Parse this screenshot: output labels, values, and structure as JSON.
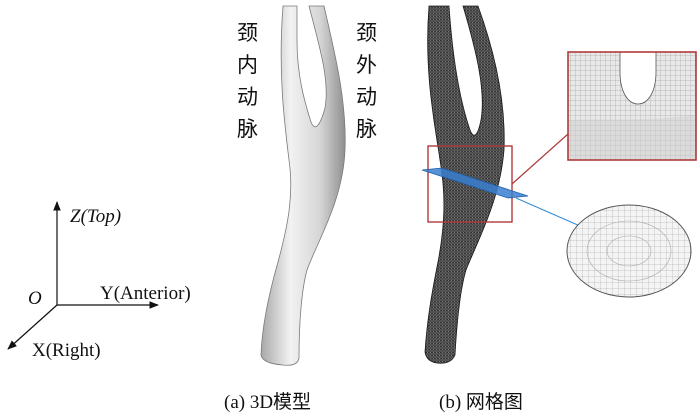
{
  "axes": {
    "z_label": "Z(Top)",
    "y_label": "Y(Anterior)",
    "x_label": "X(Right)",
    "origin_label": "O"
  },
  "vessel_labels": {
    "internal": [
      "颈",
      "内",
      "动",
      "脉"
    ],
    "external": [
      "颈",
      "外",
      "动",
      "脉"
    ]
  },
  "captions": {
    "a": "(a) 3D模型",
    "b": "(b) 网格图"
  },
  "colors": {
    "model_fill": "#d9d9d9",
    "mesh_fill": "#3a3a3a",
    "highlight_box": "#b23a3a",
    "plane": "#3a7fd0"
  }
}
